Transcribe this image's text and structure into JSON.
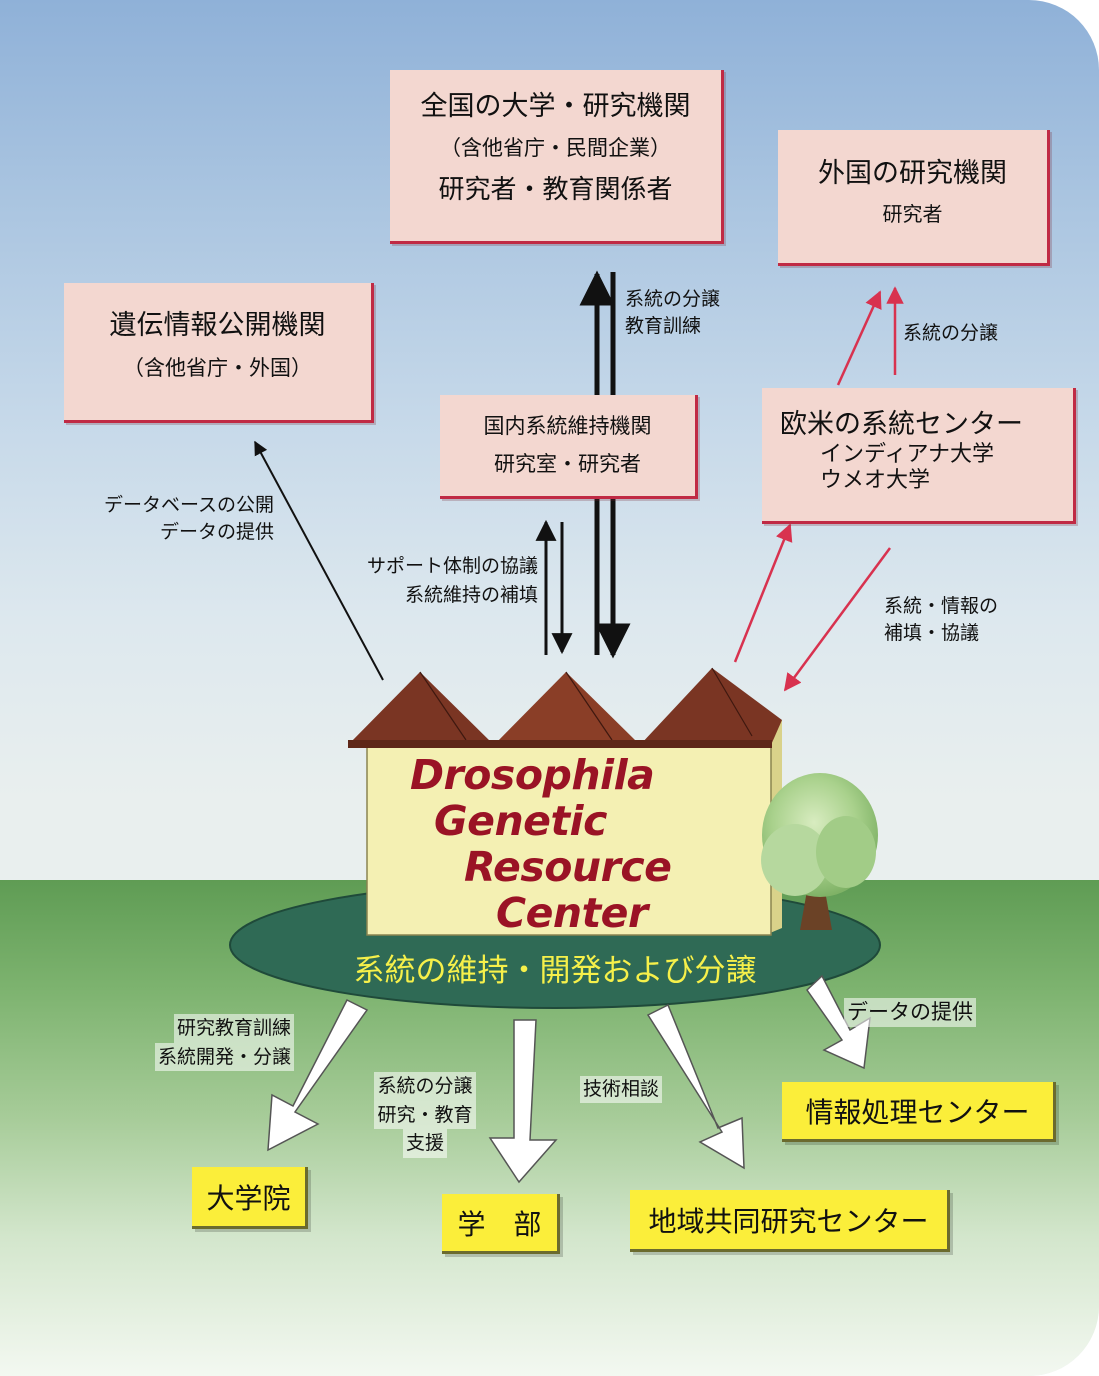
{
  "boxes": {
    "national_universities": {
      "line1": "全国の大学・研究機関",
      "line2": "（含他省庁・民間企業）",
      "line3": "研究者・教育関係者"
    },
    "foreign_institutes": {
      "line1": "外国の研究機関",
      "line2": "研究者"
    },
    "genetic_info_institutes": {
      "line1": "遺伝情報公開機関",
      "line2": "（含他省庁・外国）"
    },
    "domestic_maintenance": {
      "line1": "国内系統維持機関",
      "line2": "研究室・研究者"
    },
    "western_centers": {
      "line1": "欧米の系統センター",
      "line2": "インディアナ大学",
      "line3": "ウメオ大学"
    }
  },
  "center": {
    "name_lines": [
      "Drosophila",
      "Genetic",
      "Resource",
      "Center"
    ],
    "ellipse_label": "系統の維持・開発および分譲"
  },
  "labels": {
    "distribution_training": [
      "系統の分譲",
      "教育訓練"
    ],
    "distribution": "系統の分譲",
    "database": [
      "データベースの公開",
      "データの提供"
    ],
    "support": [
      "サポート体制の協議",
      "系統維持の補填"
    ],
    "exchange": [
      "系統・情報の",
      "補填・協議"
    ],
    "research_training": [
      "研究教育訓練",
      "系統開発・分譲"
    ],
    "dist_support": [
      "系統の分譲",
      "研究・教育",
      "支援"
    ],
    "tech_consult": "技術相談",
    "data_provision": "データの提供"
  },
  "destinations": {
    "graduate_school": "大学院",
    "faculty": "学　部",
    "regional_center": "地域共同研究センター",
    "info_center": "情報処理センター"
  },
  "colors": {
    "box_fill": "#f3d7d0",
    "box_border": "#c02a44",
    "yellow_box": "#fbee3a",
    "title_red": "#9a1325",
    "ellipse_green": "#2f6a55",
    "roof_brown": "#7a3523",
    "arrow_red": "#d8324f"
  }
}
